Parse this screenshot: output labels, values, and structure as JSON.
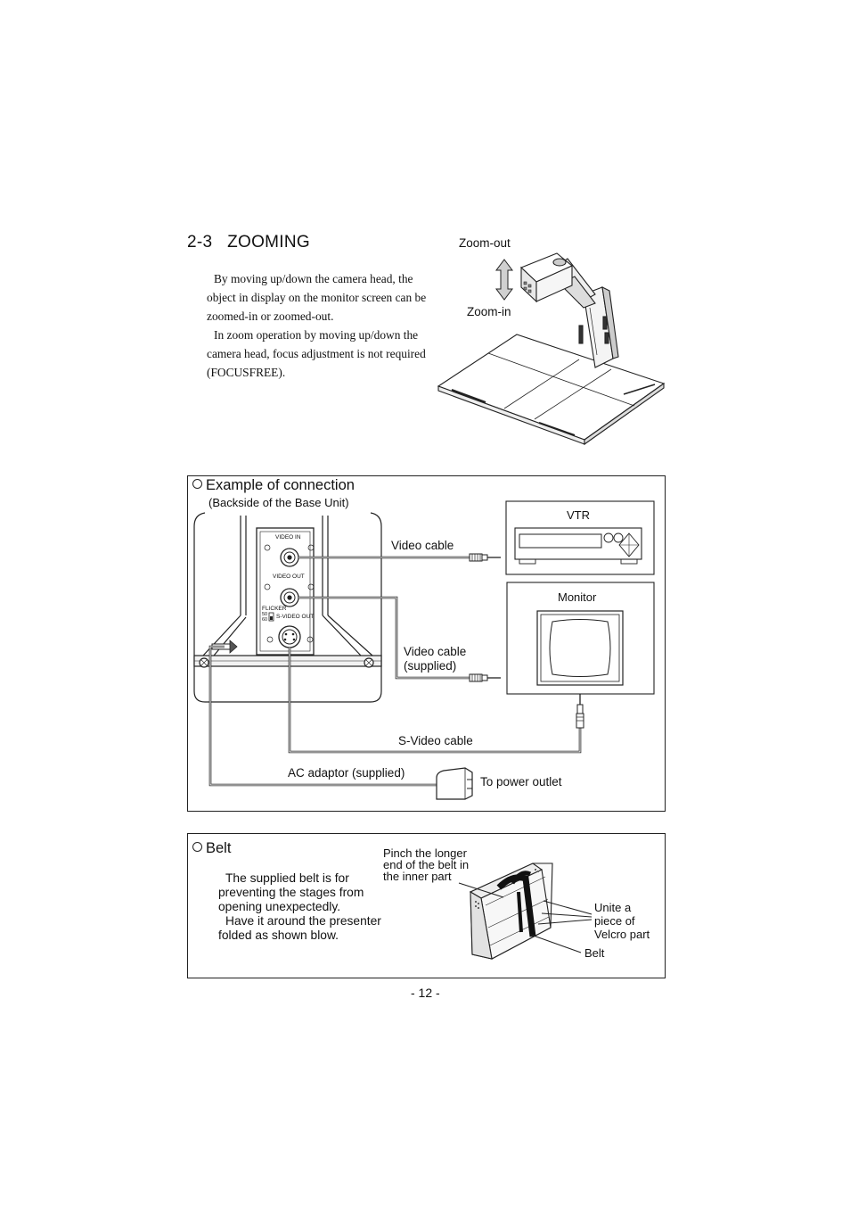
{
  "section": {
    "title": "2-3   ZOOMING",
    "intro": [
      "By moving up/down the camera head, the object in display on the monitor screen can be zoomed-in or zoomed-out.",
      "In zoom operation by moving up/down the camera head, focus adjustment is not required (FOCUSFREE)."
    ]
  },
  "zoom_figure": {
    "zoom_out_label": "Zoom-out",
    "zoom_in_label": "Zoom-in"
  },
  "connection": {
    "heading": "Example of connection",
    "backside_label": "(Backside of the Base Unit)",
    "port_video_in": "VIDEO IN",
    "port_video_out": "VIDEO OUT",
    "port_flicker": "FLICKER",
    "flicker_50": "50",
    "flicker_60": "60",
    "port_svideo_out": "S-VIDEO OUT",
    "vtr_label": "VTR",
    "monitor_label": "Monitor",
    "video_cable_label": "Video cable",
    "video_cable_supplied_1": "Video cable",
    "video_cable_supplied_2": "(supplied)",
    "svideo_cable_label": "S-Video cable",
    "ac_adaptor_label": "AC adaptor (supplied)",
    "power_outlet_label": "To power outlet"
  },
  "belt": {
    "heading": "Belt",
    "paragraphs": [
      "The supplied belt is for preventing the stages from opening unexpectedly.",
      "Have it around the presenter folded as shown blow."
    ],
    "pinch_label": [
      "Pinch the longer",
      "end of the belt in",
      "the inner part"
    ],
    "unite_label": [
      "Unite a",
      "piece of",
      "Velcro part"
    ],
    "belt_label": "Belt"
  },
  "footer": {
    "page_number": "- 12 -"
  }
}
